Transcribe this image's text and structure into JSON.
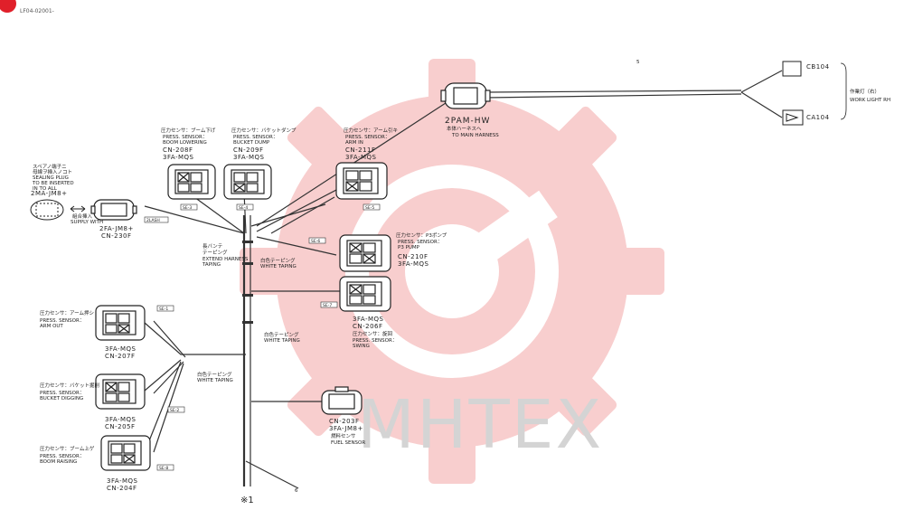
{
  "doc_id": "LF04-02001-",
  "watermark": "MHTEX",
  "colors": {
    "watermark_gear": "#f2a6a6",
    "watermark_text": "#d2d2d2",
    "line": "#333333",
    "corner_badge": "#e0202a"
  },
  "bottom_mark": "※1",
  "wire_numbers": {
    "top": "5",
    "bottom": "6"
  },
  "main_harness": {
    "code": "2PAM-HW",
    "label_jp": "本体ハーネスへ",
    "label_en": "TO MAIN HARNESS"
  },
  "work_light": {
    "label_jp": "作業灯（右）",
    "label_en": "WORK LIGHT RH",
    "cb": "CB104",
    "ca": "CA104"
  },
  "sealing_plug": {
    "l1": "スペアノ端子ニ",
    "l2": "母線ヲ挿入ノコト",
    "l3": "SEALING PLUG",
    "l4": "TO BE INSERTED",
    "l5": "IN TO ALL",
    "code": "2MA-JM8+"
  },
  "supply_with": {
    "jp": "組合挿入",
    "en": "SUPPLY WITH"
  },
  "cn230": {
    "code1": "2FA-JM8+",
    "code2": "CN-230F"
  },
  "cn208": {
    "jp": "圧力センサ：ブーム下げ",
    "en1": "PRESS. SENSOR：",
    "en2": "BOOM LOWERING",
    "code1": "CN-208F",
    "code2": "3FA-MQS"
  },
  "cn209": {
    "jp": "圧力センサ：バケットダンプ",
    "en1": "PRESS. SENSOR：",
    "en2": "BUCKET DUMP",
    "code1": "CN-209F",
    "code2": "3FA-MQS"
  },
  "cn211": {
    "jp": "圧力センサ：アーム引キ",
    "en1": "PRESS. SENSOR：",
    "en2": "ARM IN",
    "code1": "CN-211F",
    "code2": "3FA-MQS"
  },
  "cn210": {
    "jp": "圧力センサ：P3ポンプ",
    "en1": "PRESS. SENSOR：",
    "en2": "P3 PUMP",
    "code1": "CN-210F",
    "code2": "3FA-MQS"
  },
  "cn206": {
    "jp": "圧力センサ：旋回",
    "en1": "PRESS. SENSOR：",
    "en2": "SWING",
    "code1": "3FA-MQS",
    "code2": "CN-206F"
  },
  "cn207": {
    "jp": "圧力センサ：アーム押シ",
    "en1": "PRESS. SENSOR：",
    "en2": "ARM OUT",
    "code1": "3FA-MQS",
    "code2": "CN-207F"
  },
  "cn205": {
    "jp": "圧力センサ：バケット掘削",
    "en1": "PRESS. SENSOR：",
    "en2": "BUCKET DIGGING",
    "code1": "3FA-MQS",
    "code2": "CN-205F"
  },
  "cn204": {
    "jp": "圧力センサ：ブーム上ゲ",
    "en1": "PRESS. SENSOR：",
    "en2": "BOOM RAISING",
    "code1": "3FA-MQS",
    "code2": "CN-204F"
  },
  "cn203": {
    "code1": "CN-203F",
    "code2": "3FA-JM8+",
    "jp": "燃料センサ",
    "en": "FUEL SENSOR"
  },
  "taping_extend": {
    "jp": "長バンテ",
    "jp2": "テーピング",
    "en1": "EXTEND HARNESS",
    "en2": "TAPING"
  },
  "taping_white_a": {
    "jp": "白色テーピング",
    "en": "WHITE TAPING"
  },
  "taping_white_b": {
    "jp": "白色テーピング",
    "en": "WHITE TAPING"
  },
  "taping_white_c": {
    "jp": "白色テーピング",
    "en": "WHITE TAPING"
  },
  "tags": {
    "t230": "2LASH",
    "t208": "SE-3",
    "t209": "SE-4",
    "t211": "SE-5",
    "t210": "SE-6",
    "t206": "SE-7",
    "t207": "SE-1",
    "t205": "SE-2",
    "t204": "SE-8"
  }
}
